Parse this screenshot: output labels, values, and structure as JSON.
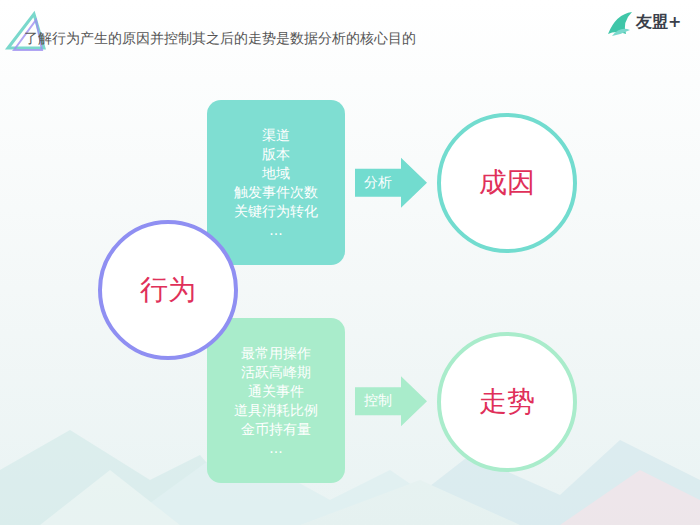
{
  "diagram": {
    "title": "了解行为产生的原因并控制其之后的走势是数据分析的核心目的",
    "nodes": [
      {
        "text": [
          "行为"
        ]
      },
      {
        "text": [
          "渠道",
          "版本",
          "地域",
          "触发事件次数",
          "关键行为转化",
          "..."
        ]
      },
      {
        "text": [
          "成因"
        ]
      },
      {
        "text": [
          "最常用操作",
          "活跃高峰期",
          "通关事件",
          "道具消耗比例",
          "金币持有量",
          "..."
        ]
      },
      {
        "text": [
          "走势"
        ]
      }
    ],
    "edges": [
      {
        "from": 1,
        "to": 2,
        "label": "分析",
        "arrow": "to"
      },
      {
        "from": 3,
        "to": 4,
        "label": "控制",
        "arrow": "to"
      }
    ],
    "labels": [
      "友盟+"
    ]
  }
}
